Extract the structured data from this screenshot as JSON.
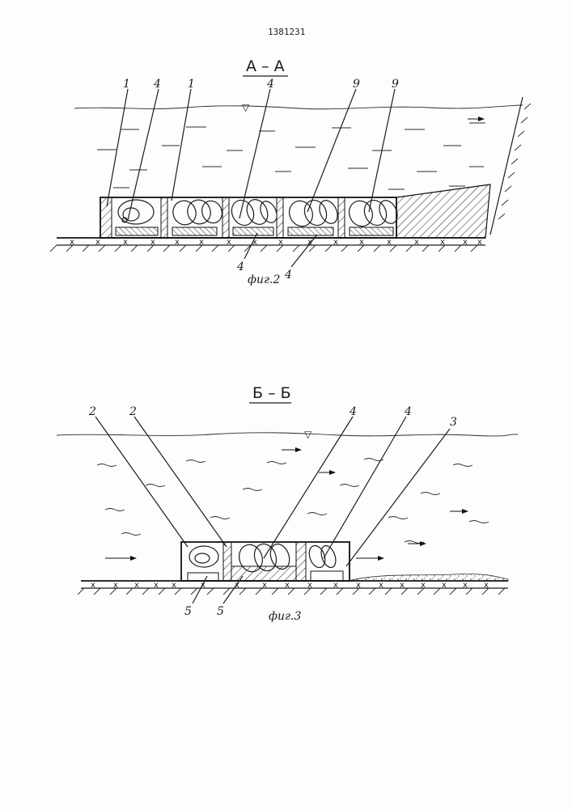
{
  "document": {
    "patent_number": "1381231"
  },
  "figure2": {
    "section_label": "А – А",
    "caption": "фиг.2",
    "labels": {
      "left_1a": "1",
      "left_4a": "4",
      "left_1b": "1",
      "mid_4": "4",
      "right_9a": "9",
      "right_9b": "9",
      "bottom_4a": "4",
      "bottom_4b": "4"
    },
    "water_level_symbol": "▽"
  },
  "figure3": {
    "section_label": "Б – Б",
    "caption": "фиг.3",
    "labels": {
      "top_2a": "2",
      "top_2b": "2",
      "top_4a": "4",
      "top_4b": "4",
      "top_3": "3",
      "bottom_5a": "5",
      "bottom_5b": "5"
    },
    "water_level_symbol": "▽"
  }
}
